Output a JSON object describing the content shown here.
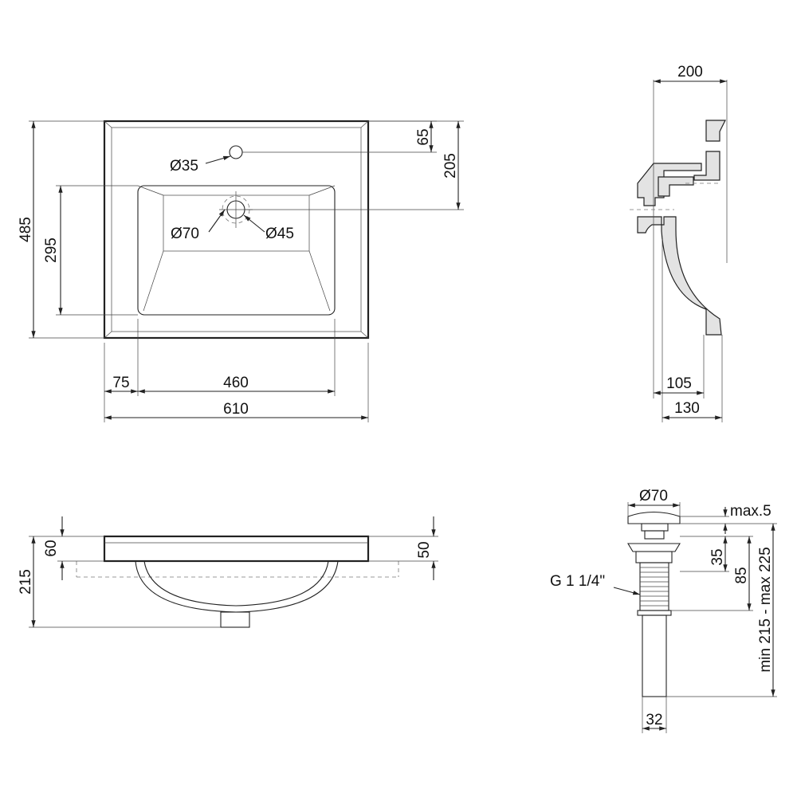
{
  "top_view": {
    "dim_width_total": "610",
    "dim_basin_width": "460",
    "dim_left_offset": "75",
    "dim_depth_total": "485",
    "dim_basin_depth": "295",
    "dim_tap_hole_offset": "65",
    "dim_drain_offset": "205",
    "tap_hole_diameter": "Ø35",
    "drain_diameter_outer": "Ø70",
    "drain_diameter_inner": "Ø45"
  },
  "side_section": {
    "dim_top_width": "200",
    "dim_bottom_inner": "105",
    "dim_bottom_outer": "130"
  },
  "front_view": {
    "dim_rim_left": "60",
    "dim_rim_right": "50",
    "dim_total_height": "215"
  },
  "drain_detail": {
    "dim_cap_diameter": "Ø70",
    "dim_cap_rise": "max.5",
    "dim_flange_height": "35",
    "dim_thread_height": "85",
    "dim_total_range": "min 215 - max 225",
    "thread_label": "G 1 1/4\"",
    "dim_pipe_diameter": "32"
  }
}
